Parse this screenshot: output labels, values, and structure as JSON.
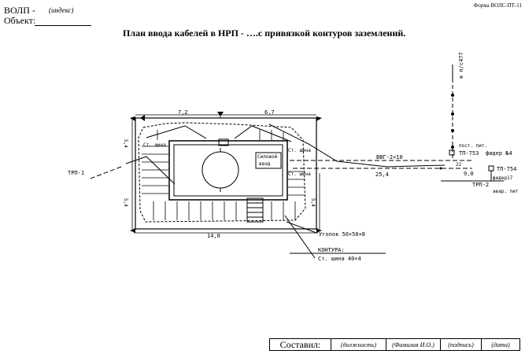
{
  "header": {
    "vol_label": "ВОЛП -",
    "vol_index": "(индекс)",
    "object_label": "Объект:",
    "form_label": "Форма ВОЛС-ПТ-11",
    "title": "План ввода кабелей в НРП - ….с привязкой контуров заземлений."
  },
  "drawing": {
    "dim_top_left": "7,2",
    "dim_top_right": "6,7",
    "dim_bottom": "14,0",
    "dim_left_upper": "5,4",
    "dim_left_lower": "5,4",
    "dim_right_lower": "5,4",
    "st_shina_left": "Ст. шина",
    "st_shina_right1": "Ст. шина",
    "st_shina_right2": "Ст. шина",
    "silovoy_1": "Силовой",
    "silovoy_2": "ввод",
    "trp1": "ТРП-1",
    "trp2": "ТРП-2",
    "vvg": "ВВГ-2×10",
    "dim_25_4": "25,4",
    "dim_9_0": "9,0",
    "dim_22": "22",
    "k_p": "к п/с477",
    "post_pit": "пост. пит.",
    "tp753": "ТП-753",
    "fider4": "фидер №4",
    "tp754": "ТП-754",
    "fider17": "фидер17",
    "avar_pit": "авар. пит",
    "ugolok": "Уголок 50×50×8",
    "kontura": "КОНТУРА:",
    "st_shina_40": "Ст. шина 40×4"
  },
  "signature": {
    "sostavil": "Составил:",
    "dolzhnost": "(должность)",
    "familiya": "(Фамилия И.О.)",
    "podpis": "(подпись)",
    "data": "(дата)"
  }
}
